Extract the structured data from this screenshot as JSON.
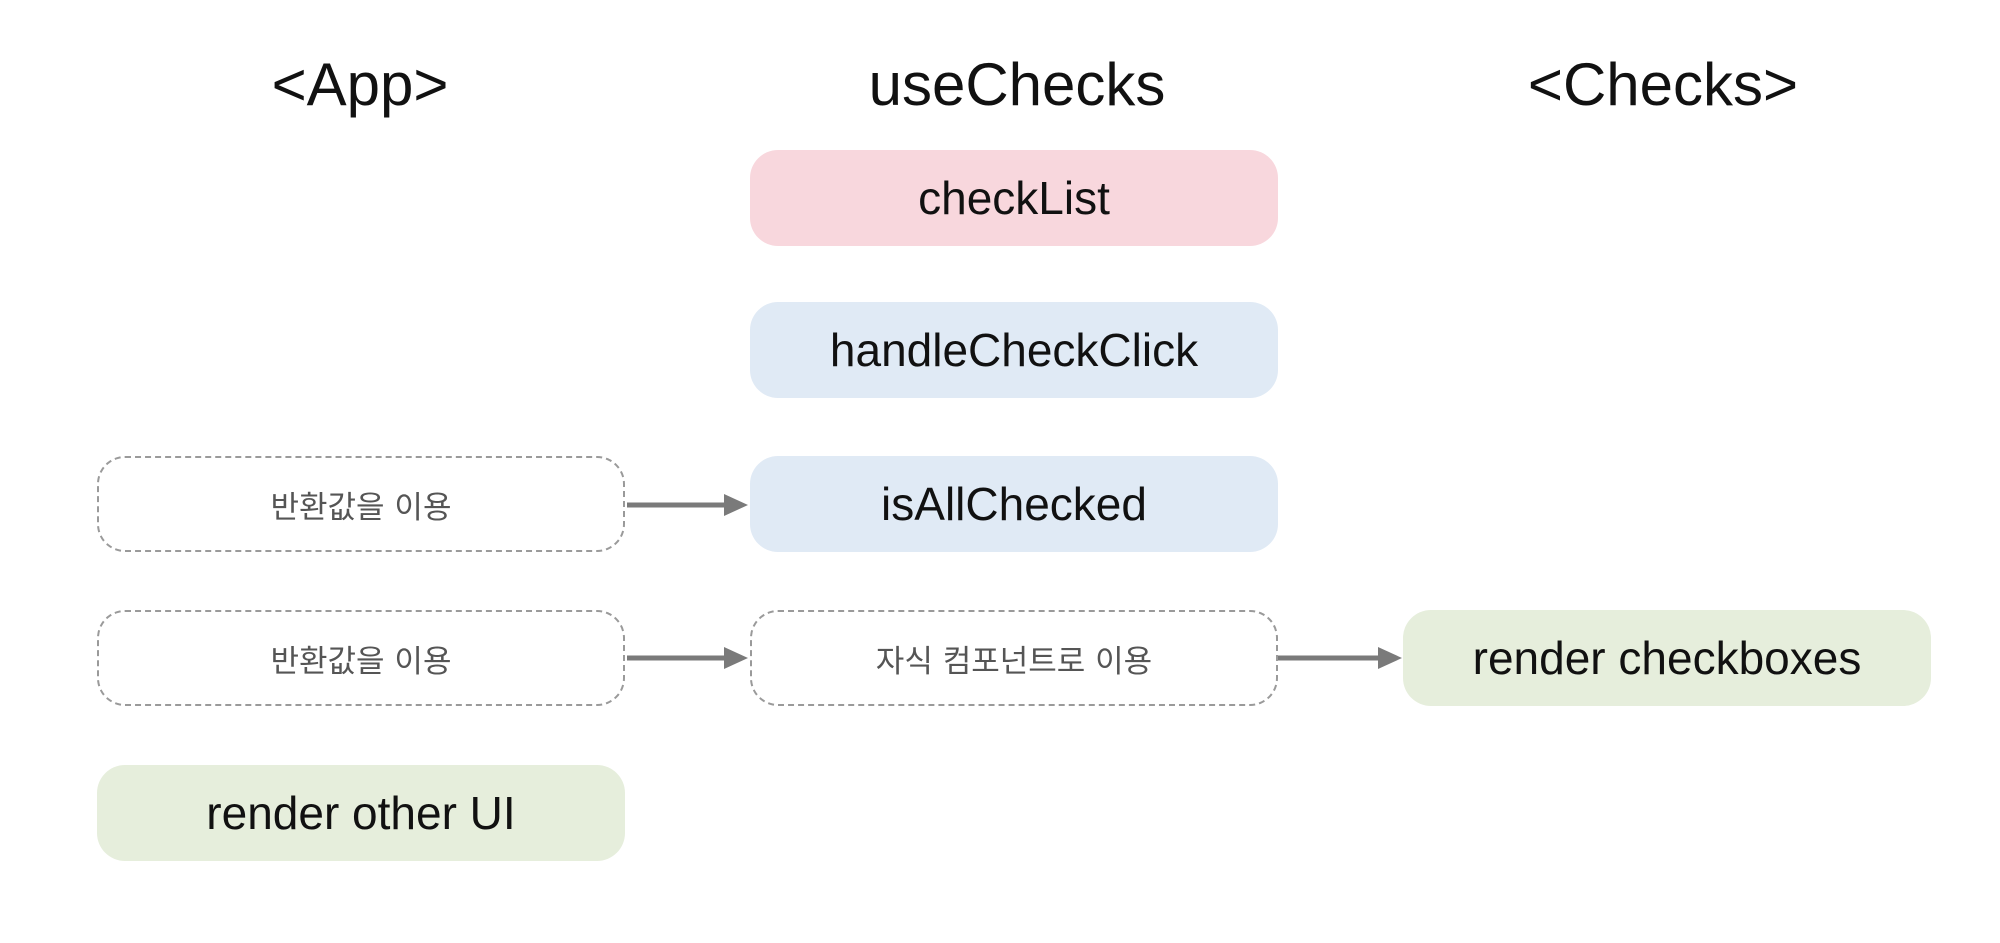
{
  "colors": {
    "state": "#f8d7dd",
    "function": "#e0eaf5",
    "render": "#e6eedc",
    "arrow": "#7a7a7a"
  },
  "columns": [
    {
      "id": "app",
      "title": "<App>"
    },
    {
      "id": "hook",
      "title": "useChecks"
    },
    {
      "id": "checks",
      "title": "<Checks>"
    }
  ],
  "hook_items": {
    "check_list": "checkList",
    "handle_check_click": "handleCheckClick",
    "is_all_checked": "isAllChecked",
    "child_usage": "자식 컴포넌트로 이용"
  },
  "app_items": {
    "use_return_1": "반환값을 이용",
    "use_return_2": "반환값을 이용",
    "render_other": "render other UI"
  },
  "checks_items": {
    "render_checkboxes": "render checkboxes"
  },
  "arrows": [
    {
      "from": "app-use-return-1",
      "to": "is-all-checked-box"
    },
    {
      "from": "app-use-return-2",
      "to": "child-component-usage-box"
    },
    {
      "from": "child-component-usage-box",
      "to": "render-checkboxes-box"
    }
  ]
}
